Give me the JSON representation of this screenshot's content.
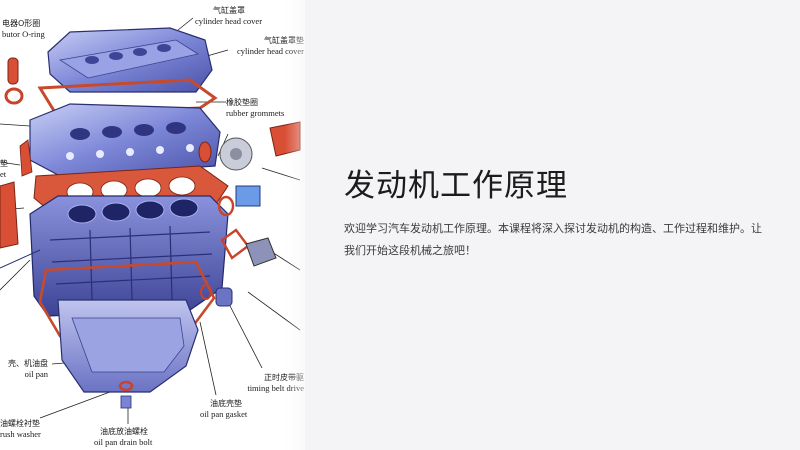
{
  "slide": {
    "title": "发动机工作原理",
    "description": "欢迎学习汽车发动机工作原理。本课程将深入探讨发动机的构造、工作过程和维护。让我们开始这段机械之旅吧！"
  },
  "diagram": {
    "labels": {
      "cylinder_head_cover_zh": "气缸盖罩",
      "cylinder_head_cover_en": "cylinder head cover",
      "distributor_oring_zh": "电器O形圈",
      "distributor_oring_en": "butor O-ring",
      "cylinder_head_cover_gasket_zh": "气缸盖罩垫",
      "cylinder_head_cover_gasket_en": "cylinder head cover",
      "rubber_grommets_zh": "橡胶垫圈",
      "rubber_grommets_en": "rubber grommets",
      "left_partial_zh": "垫",
      "left_partial_en": "et",
      "oil_pan_zh": "壳、机油盘",
      "oil_pan_en": "oil pan",
      "timing_belt_drive_zh": "正时皮带驱",
      "timing_belt_drive_en": "timing belt drive",
      "oil_pan_gasket_zh": "油底壳垫",
      "oil_pan_gasket_en": "oil pan gasket",
      "crush_washer_zh": "油螺栓衬垫",
      "crush_washer_en": "rush washer",
      "oil_pan_drain_bolt_zh": "油底放油螺栓",
      "oil_pan_drain_bolt_en": "oil pan drain bolt"
    }
  }
}
